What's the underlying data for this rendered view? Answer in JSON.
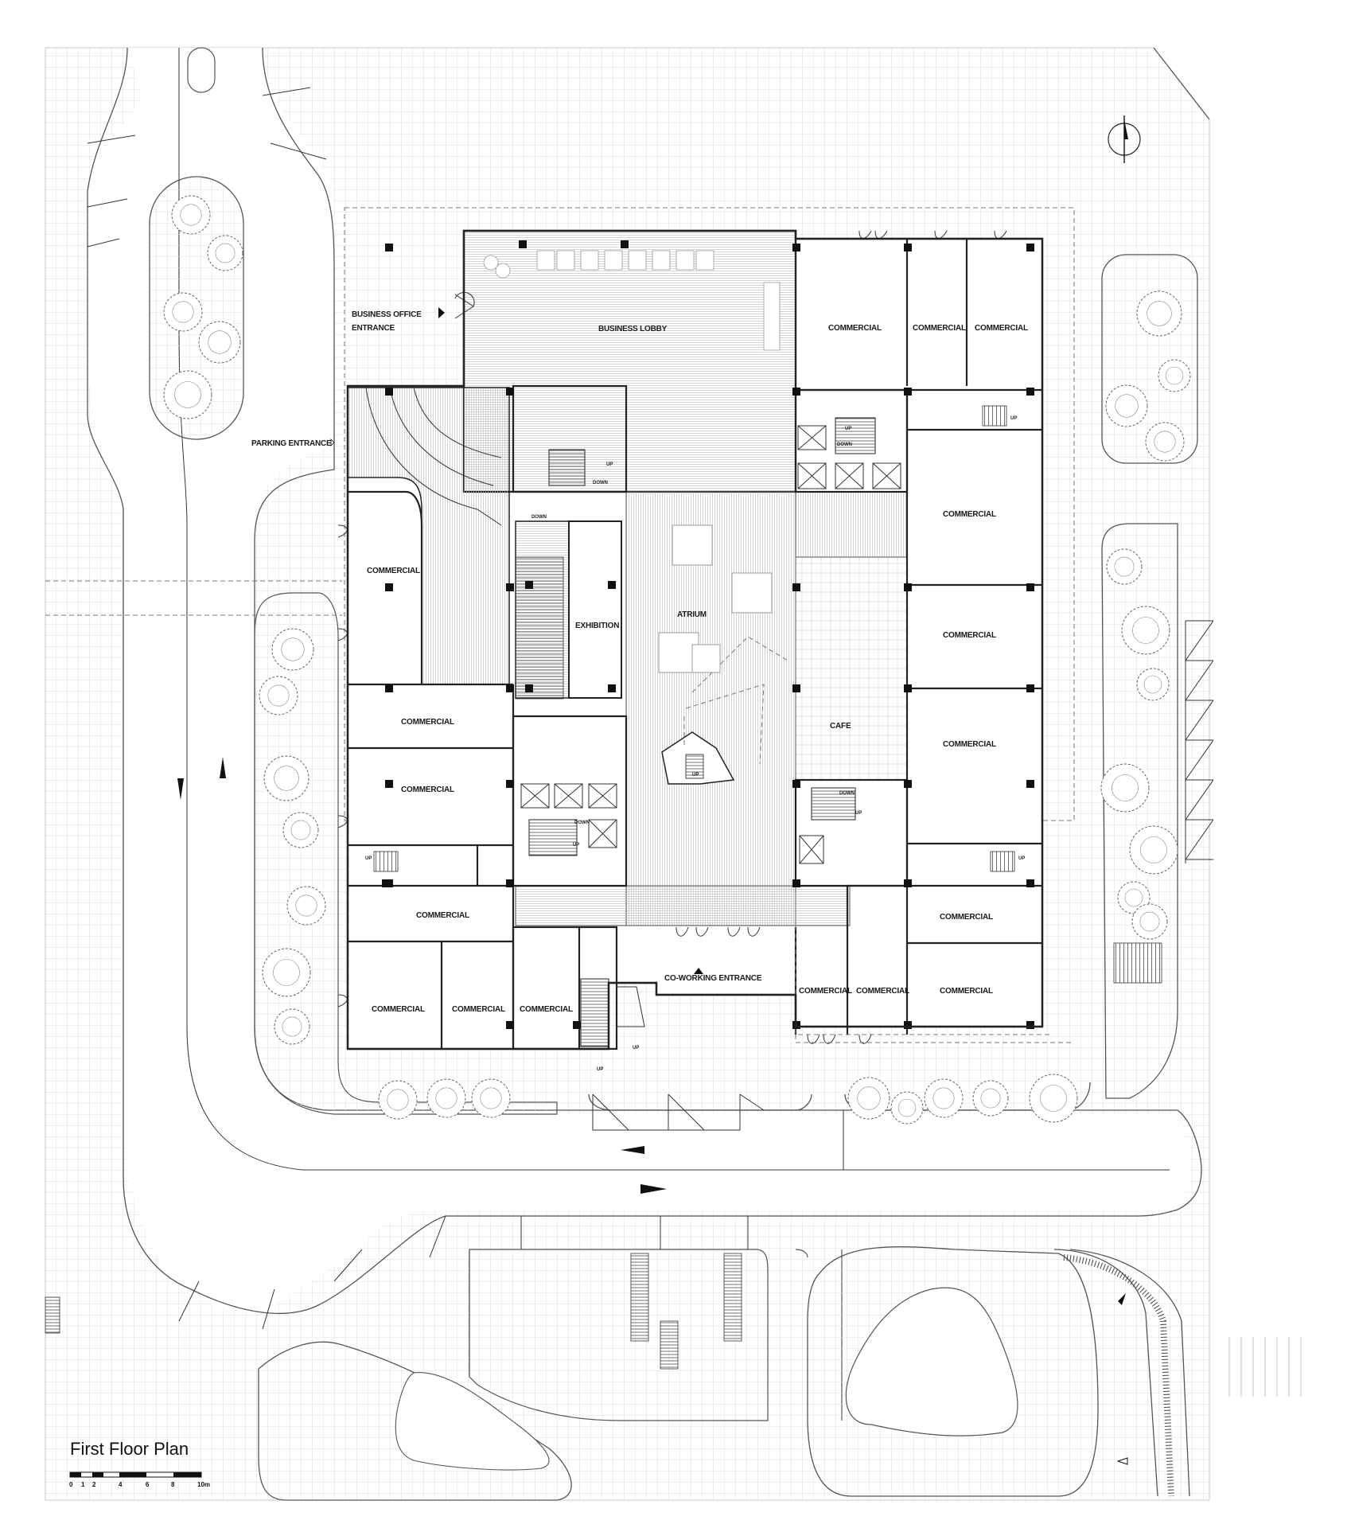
{
  "title": "First Floor Plan",
  "north_symbol": "north-arrow-icon",
  "entrances": {
    "business_office": [
      "BUSINESS OFFICE",
      "ENTRANCE"
    ],
    "parking": "PARKING ENTRANCE",
    "coworking": "CO-WORKING ENTRANCE"
  },
  "rooms": {
    "business_lobby": "BUSINESS LOBBY",
    "atrium": "ATRIUM",
    "exhibition": "EXHIBITION",
    "cafe": "CAFE",
    "commercial": "COMMERCIAL"
  },
  "stair_labels": {
    "up": "UP",
    "down": "DOWN"
  },
  "scale_bar": {
    "ticks": [
      "0",
      "1",
      "2",
      "4",
      "6",
      "8",
      "10m"
    ]
  },
  "colors": {
    "background": "#ffffff",
    "grid": "#e6dcdc",
    "walls": "#222222"
  }
}
